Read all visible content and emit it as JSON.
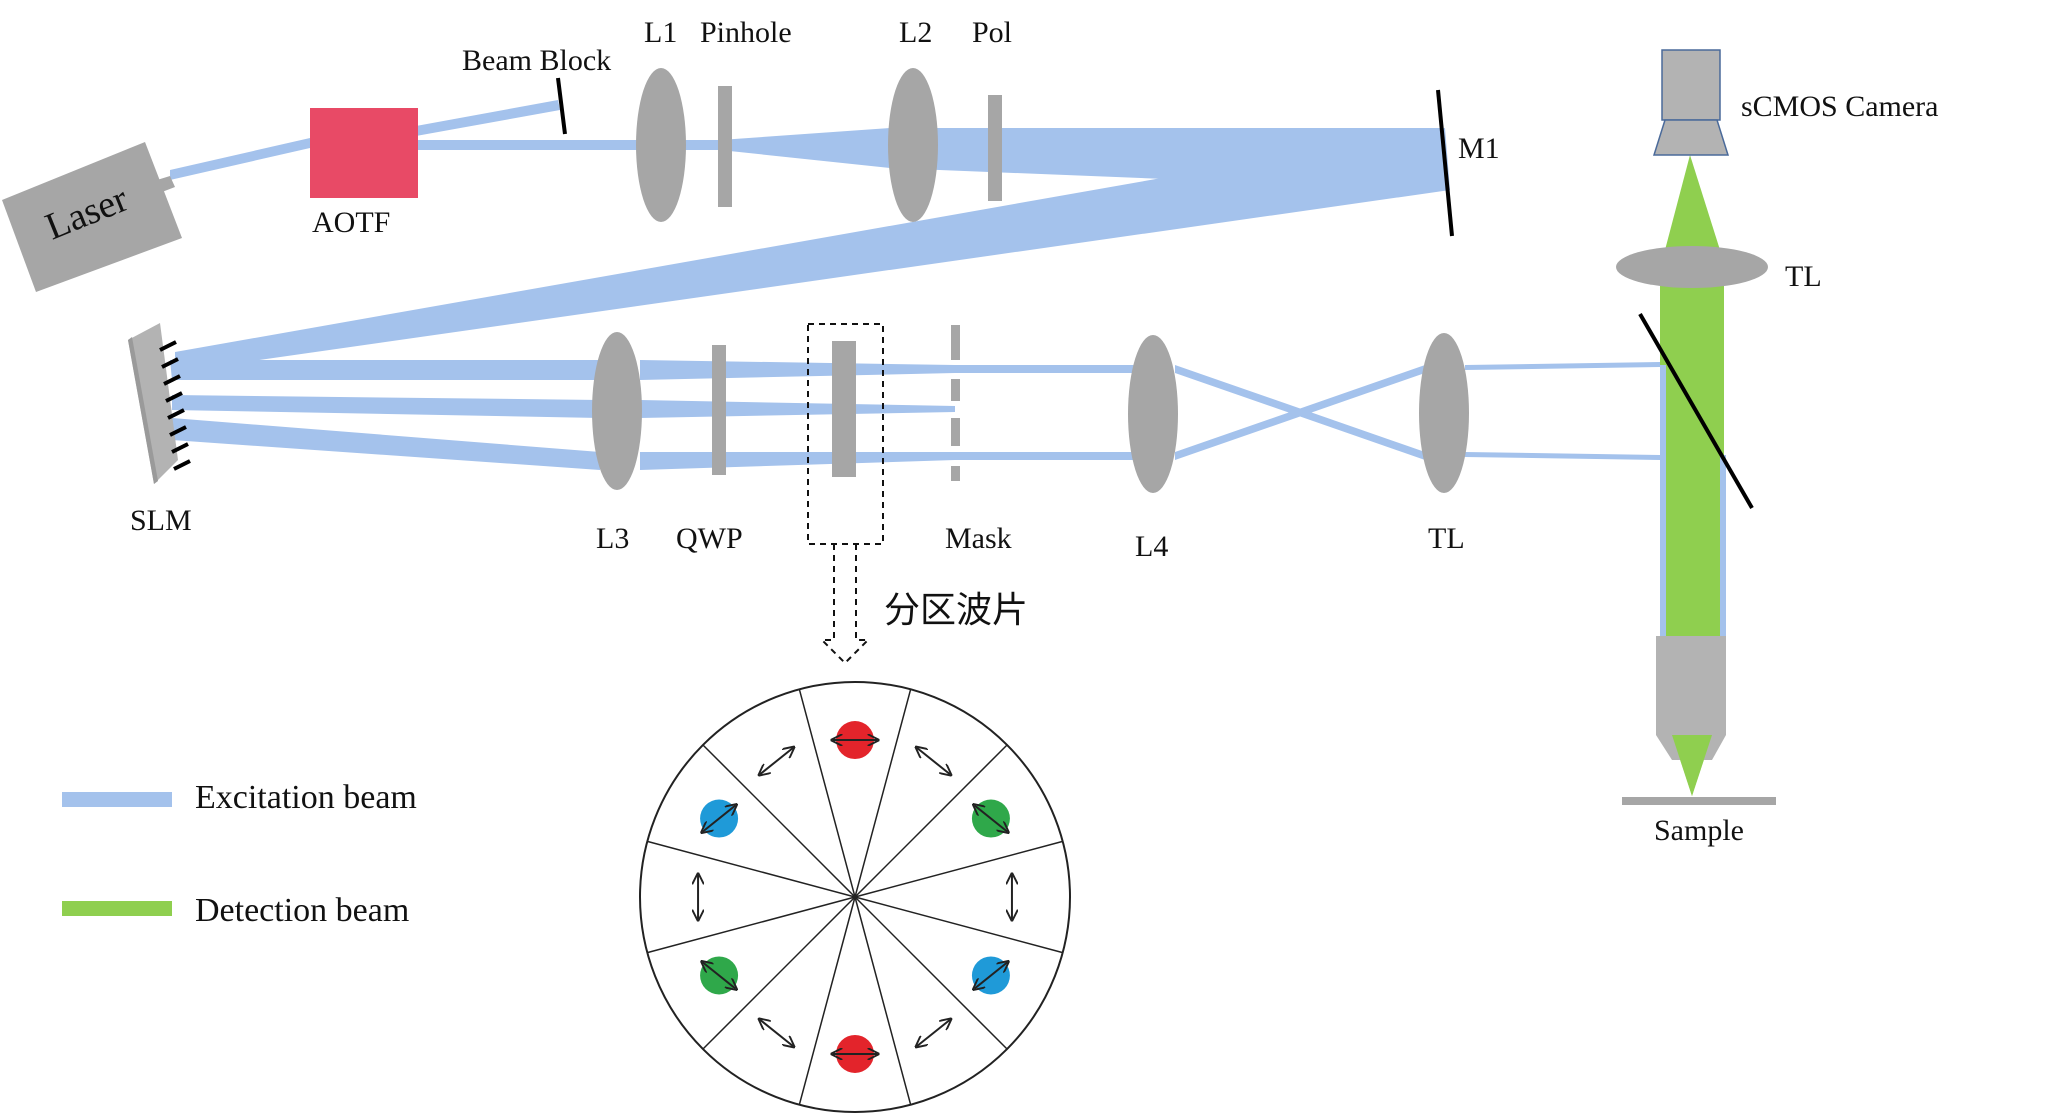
{
  "labels": {
    "laser": "Laser",
    "aotf": "AOTF",
    "beam_block": "Beam Block",
    "l1": "L1",
    "pinhole": "Pinhole",
    "l2": "L2",
    "pol": "Pol",
    "m1": "M1",
    "slm": "SLM",
    "l3": "L3",
    "qwp": "QWP",
    "mask": "Mask",
    "l4": "L4",
    "tl_mid": "TL",
    "tl_top": "TL",
    "camera": "sCMOS Camera",
    "sample": "Sample",
    "segmented_waveplate": "分区波片"
  },
  "legend": [
    {
      "label": "Excitation beam",
      "color": "#a4c2ec"
    },
    {
      "label": "Detection beam",
      "color": "#8fcf4f"
    }
  ],
  "colors": {
    "excitation": "#a4c2ec",
    "detection": "#8fcf4f",
    "optic_gray": "#a6a6a6",
    "aotf": "#e84a66",
    "dot_red": "#e3242b",
    "dot_green": "#2fa84a",
    "dot_blue": "#1f9ad8"
  },
  "waveplate_sectors": [
    {
      "index": 0,
      "dot": "red",
      "arrow": "horizontal"
    },
    {
      "index": 1,
      "dot": "none",
      "arrow": "diagonal-down"
    },
    {
      "index": 2,
      "dot": "green",
      "arrow": "diagonal-down"
    },
    {
      "index": 3,
      "dot": "none",
      "arrow": "vertical"
    },
    {
      "index": 4,
      "dot": "blue",
      "arrow": "diagonal-up"
    },
    {
      "index": 5,
      "dot": "none",
      "arrow": "diagonal-up"
    },
    {
      "index": 6,
      "dot": "red",
      "arrow": "horizontal"
    },
    {
      "index": 7,
      "dot": "none",
      "arrow": "diagonal-down"
    },
    {
      "index": 8,
      "dot": "green",
      "arrow": "diagonal-down"
    },
    {
      "index": 9,
      "dot": "none",
      "arrow": "vertical"
    },
    {
      "index": 10,
      "dot": "blue",
      "arrow": "diagonal-up"
    },
    {
      "index": 11,
      "dot": "none",
      "arrow": "diagonal-up"
    }
  ]
}
